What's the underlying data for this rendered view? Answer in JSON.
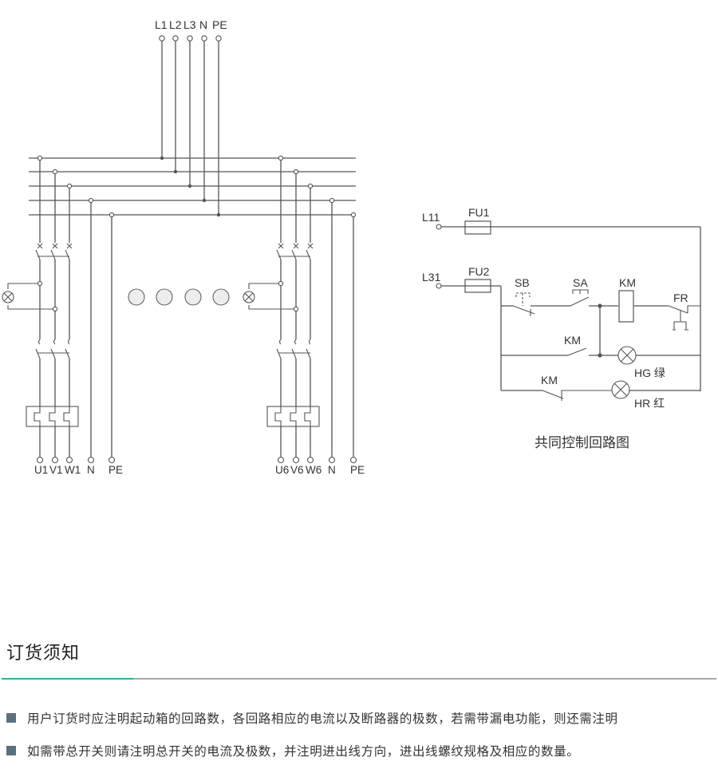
{
  "diagram": {
    "supply_labels": [
      "L1",
      "L2",
      "L3",
      "N",
      "PE"
    ],
    "left_outputs": [
      "U1",
      "V1",
      "W1",
      "N",
      "PE"
    ],
    "right_outputs": [
      "U6",
      "V6",
      "W6",
      "N",
      "PE"
    ],
    "repeat_indicator_count": 4,
    "control_circuit": {
      "title": "共同控制回路图",
      "inputs": [
        "L11",
        "L31"
      ],
      "fuses": [
        "FU1",
        "FU2"
      ],
      "stop_button": "SB",
      "selector_switch": "SA",
      "contactor_coil": "KM",
      "thermal_relay": "FR",
      "no_contact": "KM",
      "nc_contact": "KM",
      "green_lamp": "HG 绿",
      "red_lamp": "HR 红"
    }
  },
  "ordering": {
    "title": "订货须知",
    "accent_color": "#3aa99a",
    "bullet_color": "#5b707d",
    "notes": [
      "用户订货时应注明起动箱的回路数，各回路相应的电流以及断路器的极数，若需带漏电功能，则还需注明",
      "如需带总开关则请注明总开关的电流及极数，并注明进出线方向，进出线螺纹规格及相应的数量。"
    ]
  }
}
